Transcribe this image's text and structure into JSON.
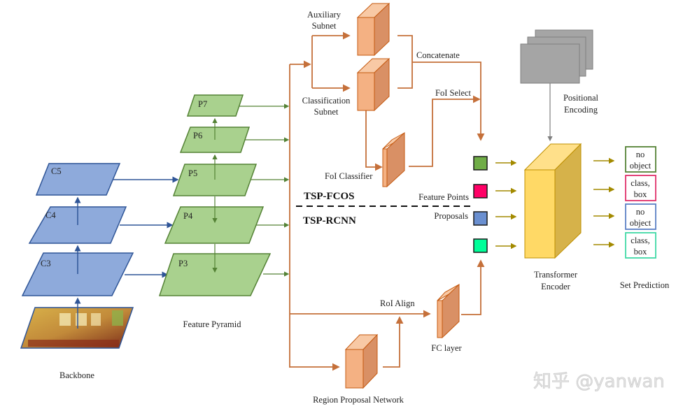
{
  "title": "TSP-FCOS / TSP-RCNN architecture diagram",
  "colors": {
    "backbone_fill": "#8eaadb",
    "backbone_stroke": "#2f5597",
    "pyramid_fill": "#a9d18e",
    "pyramid_stroke": "#548235",
    "orange_front": "#f4b183",
    "orange_side": "#d99065",
    "orange_top": "#f8c9a5",
    "orange_stroke": "#c55a11",
    "orange_line": "#c5703a",
    "yellow_front": "#ffd966",
    "yellow_side": "#d6b24a",
    "yellow_top": "#ffe08a",
    "yellow_stroke": "#bf9000",
    "gray_fill": "#a5a5a5",
    "gray_stroke": "#7f7f7f",
    "feature_green": "#70ad47",
    "feature_pink": "#ff0066",
    "feature_blue": "#6a8fd0",
    "feature_teal": "#00ff99"
  },
  "backbone": {
    "label": "Backbone",
    "levels": [
      "C3",
      "C4",
      "C5"
    ],
    "image_icon": "living-room-photo"
  },
  "feature_pyramid": {
    "label": "Feature Pyramid",
    "levels": [
      "P3",
      "P4",
      "P5",
      "P6",
      "P7"
    ]
  },
  "fcos_branch": {
    "auxiliary_subnet": [
      "Auxiliary",
      "Subnet"
    ],
    "classification_subnet": [
      "Classification",
      "Subnet"
    ],
    "concatenate": "Concatenate",
    "foi_select": "FoI Select",
    "foi_classifier": "FoI Classifier"
  },
  "rcnn_branch": {
    "roi_align": "RoI Align",
    "fc_layer": "FC layer",
    "rpn": "Region Proposal Network"
  },
  "divider": {
    "top_label": "TSP-FCOS",
    "bottom_label": "TSP-RCNN"
  },
  "legend": {
    "feature_points": "Feature Points",
    "proposals": "Proposals"
  },
  "positional_encoding": [
    "Positional",
    "Encoding"
  ],
  "transformer": [
    "Transformer",
    "Encoder"
  ],
  "set_prediction": {
    "label": "Set Prediction",
    "outputs": [
      {
        "line1": "no",
        "line2": "object",
        "color": "#548235"
      },
      {
        "line1": "class,",
        "line2": "box",
        "color": "#e0306a"
      },
      {
        "line1": "no",
        "line2": "object",
        "color": "#5b7fc4"
      },
      {
        "line1": "class,",
        "line2": "box",
        "color": "#3fd9a6"
      }
    ]
  },
  "watermark": "知乎 @yanwan"
}
